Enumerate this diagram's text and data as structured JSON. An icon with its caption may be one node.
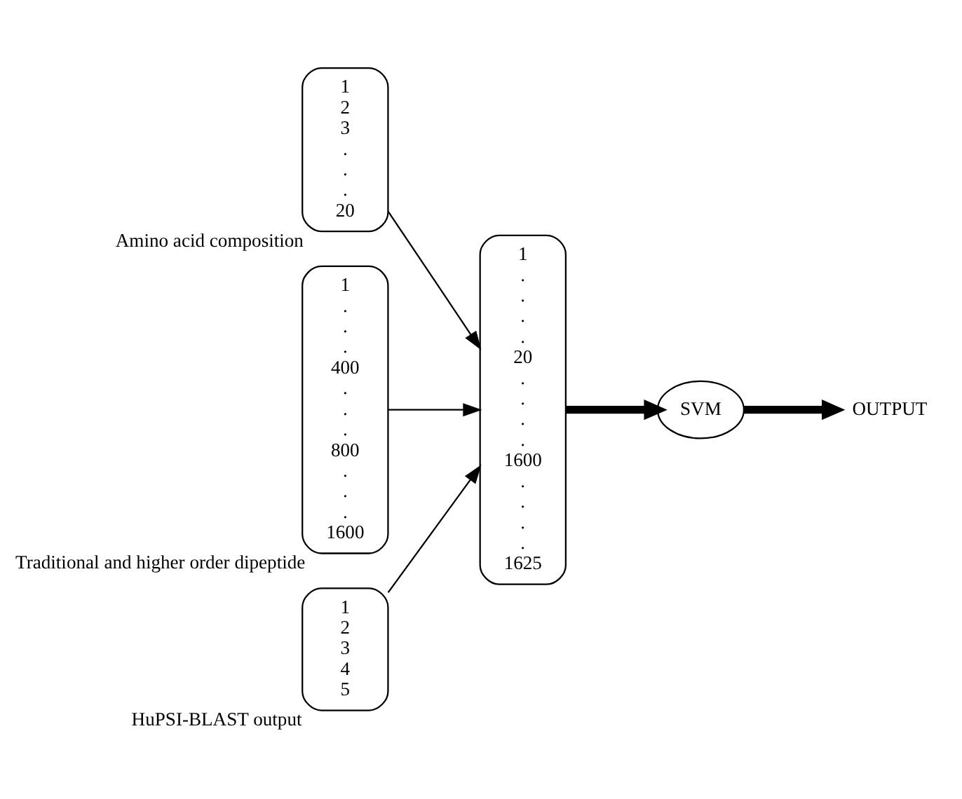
{
  "diagram": {
    "nodes": [
      {
        "text": [
          "1",
          "2",
          "3",
          ".",
          ".",
          ".",
          "20"
        ],
        "beside": [
          "Amino acid composition"
        ]
      },
      {
        "text": [
          "1",
          ".",
          ".",
          ".",
          "400",
          ".",
          ".",
          ".",
          "800",
          ".",
          ".",
          ".",
          "1600"
        ],
        "beside": [
          "Traditional and higher order dipeptide"
        ]
      },
      {
        "text": [
          "1",
          "2",
          "3",
          "4",
          "5"
        ],
        "beside": [
          "HuPSI-BLAST output"
        ]
      },
      {
        "text": [
          "1",
          ".",
          ".",
          ".",
          ".",
          "20",
          ".",
          ".",
          ".",
          ".",
          "1600",
          ".",
          ".",
          ".",
          ".",
          "1625"
        ]
      },
      {
        "text": [
          "SVM"
        ]
      },
      {
        "text": [
          "OUTPUT"
        ]
      }
    ],
    "edges": [
      {
        "from": 0,
        "to": 3,
        "arrow": "to"
      },
      {
        "from": 1,
        "to": 3,
        "arrow": "to"
      },
      {
        "from": 2,
        "to": 3,
        "arrow": "to"
      },
      {
        "from": 3,
        "to": 4,
        "arrow": "to",
        "style": "thick"
      },
      {
        "from": 4,
        "to": 5,
        "arrow": "to",
        "style": "thick"
      }
    ]
  }
}
